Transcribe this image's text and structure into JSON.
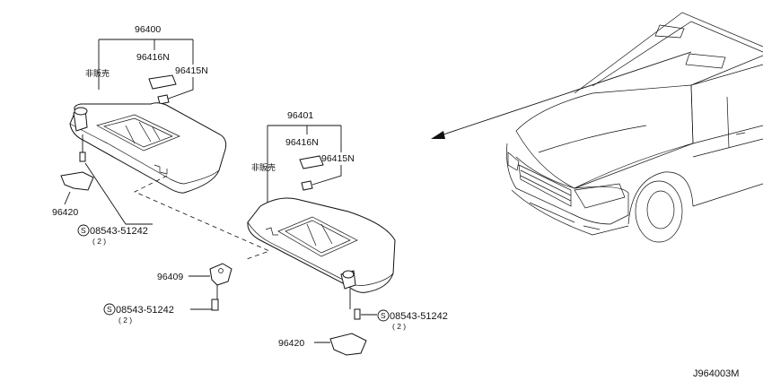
{
  "left_assembly": {
    "label_assembly": "96400",
    "label_mirror_cover": "96416N",
    "label_lamp": "96415N",
    "label_not_sold": "非販売",
    "label_holder": "96420",
    "screw": {
      "circle": "S",
      "code": "08543-51242",
      "qty": "( 2 )"
    }
  },
  "right_assembly": {
    "label_assembly": "96401",
    "label_mirror_cover": "96416N",
    "label_lamp": "96415N",
    "label_not_sold": "非販売",
    "label_bracket": "96409",
    "label_holder": "96420",
    "screw_left": {
      "circle": "S",
      "code": "08543-51242",
      "qty": "( 2 )"
    },
    "screw_right": {
      "circle": "S",
      "code": "08543-51242",
      "qty": "( 2 )"
    }
  },
  "diagram_code": "J964003M"
}
